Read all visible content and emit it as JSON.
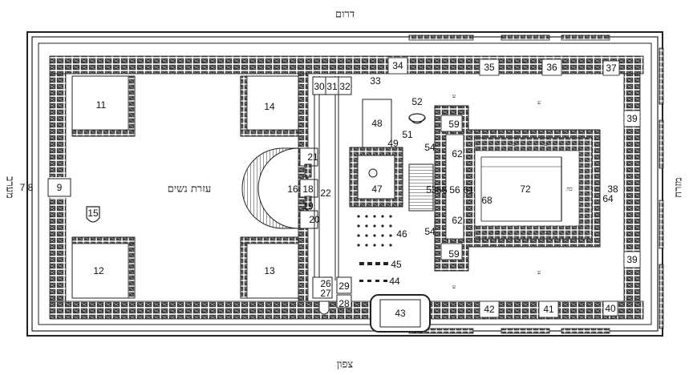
{
  "compass": {
    "top": "דרום",
    "bottom": "צפון",
    "left": "מערב",
    "right": "מזרח"
  },
  "labels": {
    "womens_court": "עזרת נשים"
  },
  "numbers": [
    "7",
    "8",
    "9",
    "11",
    "12",
    "13",
    "14",
    "15",
    "16",
    "18",
    "19",
    "20",
    "21",
    "22",
    "26",
    "27",
    "28",
    "29",
    "30",
    "31",
    "32",
    "33",
    "34",
    "35",
    "36",
    "37",
    "38",
    "39",
    "40",
    "41",
    "42",
    "43",
    "44",
    "45",
    "46",
    "47",
    "48",
    "49",
    "51",
    "52",
    "53",
    "55",
    "56",
    "59",
    "61",
    "62",
    "64",
    "68",
    "72"
  ]
}
